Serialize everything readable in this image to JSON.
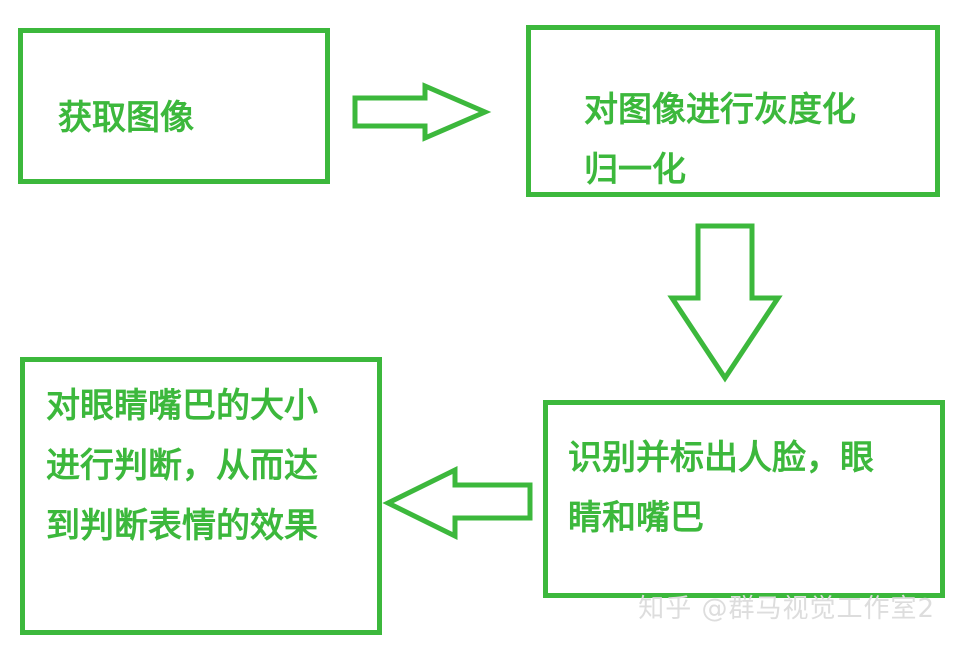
{
  "diagram": {
    "accent_color": "#3cb83c",
    "nodes": [
      {
        "id": "acquire",
        "text": "获取图像"
      },
      {
        "id": "normalize",
        "text": "对图像进行灰度化\n归一化"
      },
      {
        "id": "detect",
        "text": "识别并标出人脸，眼\n睛和嘴巴"
      },
      {
        "id": "judge",
        "text": "对眼睛嘴巴的大小\n进行判断，从而达\n到判断表情的效果"
      }
    ],
    "edges": [
      {
        "from": "acquire",
        "to": "normalize",
        "direction": "right"
      },
      {
        "from": "normalize",
        "to": "detect",
        "direction": "down"
      },
      {
        "from": "detect",
        "to": "judge",
        "direction": "left"
      }
    ]
  },
  "watermark": {
    "text": "知乎 @群马视觉工作室2"
  }
}
